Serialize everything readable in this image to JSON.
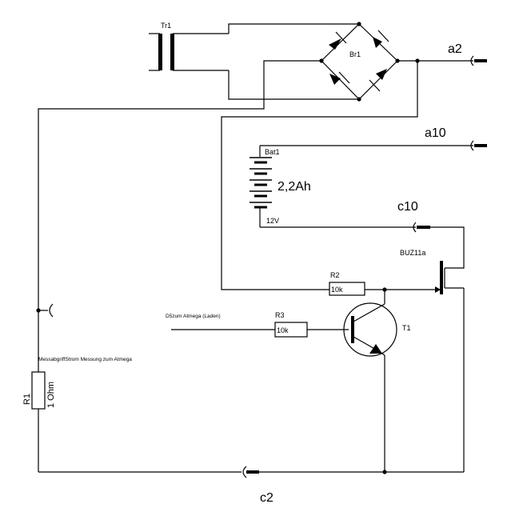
{
  "labels": {
    "transformer": "Tr1",
    "bridge": "Br1",
    "battery": "Bat1",
    "battery_capacity": "2,2Ah",
    "battery_voltage": "12V",
    "r2": "R2",
    "r2_value": "10k",
    "r3": "R3",
    "r3_value": "10k",
    "r1": "R1",
    "r1_value": "1 Ohm",
    "transistor": "T1",
    "mosfet": "BUZ11a",
    "d5_note": "D5zum Atmega (Laden)",
    "measure_note": "MessabgriffStrom Messung zum Atmega"
  },
  "connectors": {
    "a2": "a2",
    "a10": "a10",
    "c10": "c10",
    "c2": "c2"
  }
}
